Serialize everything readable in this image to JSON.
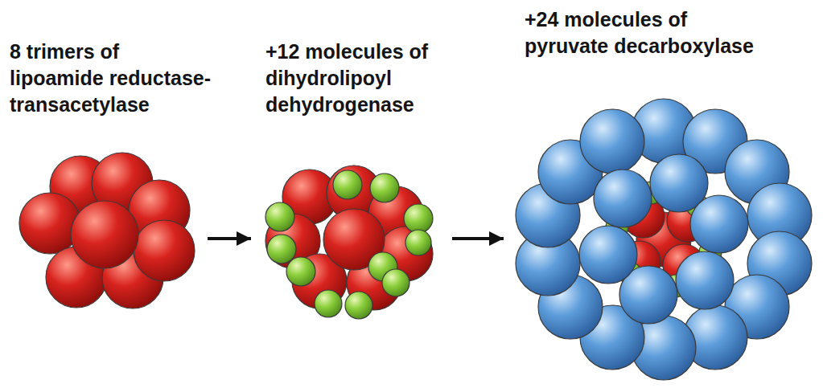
{
  "diagram": {
    "nodes": [
      {
        "text": [
          "8 trimers of lipoamide reductase- transacetylase"
        ]
      },
      {
        "text": [
          "+12 molecules of dihydrolipoyl dehydrogenase"
        ]
      },
      {
        "text": [
          "+24 molecules of pyruvate decarboxylase"
        ]
      }
    ],
    "edges": [
      {
        "from": 0,
        "to": 1,
        "arrow": "to"
      },
      {
        "from": 1,
        "to": 2,
        "arrow": "to"
      }
    ]
  }
}
